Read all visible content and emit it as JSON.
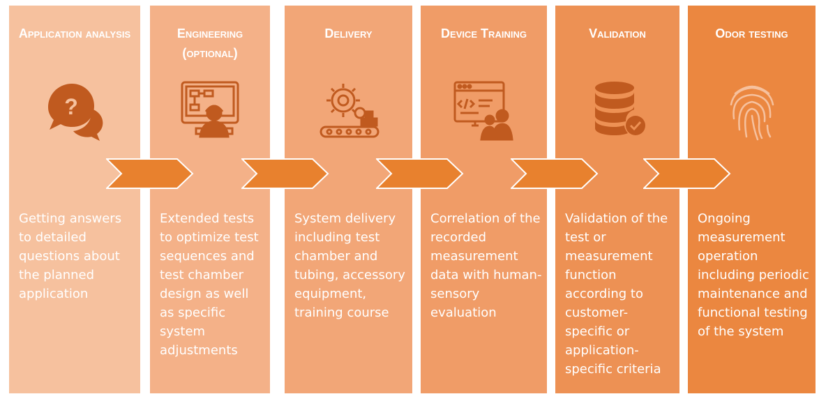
{
  "stages": [
    {
      "title": "Application analysis",
      "icon": "question-speech-bubbles-icon",
      "color": "#f6c19e",
      "description": "Getting answers to detailed questions about the planned application"
    },
    {
      "title": "Engineering (optional)",
      "icon": "engineer-flowchart-icon",
      "color": "#f4b188",
      "description": "Extended tests to optimize test sequences and test chamber design as well as specific system adjustments"
    },
    {
      "title": "Delivery",
      "icon": "gear-conveyor-icon",
      "color": "#f2a677",
      "description": "System delivery including test chamber and tubing, accessory equipment, training course"
    },
    {
      "title": "Device Training",
      "icon": "code-window-people-icon",
      "color": "#f09c67",
      "description": "Correlation of the recorded measurement data with human-sensory evaluation"
    },
    {
      "title": "Validation",
      "icon": "database-check-icon",
      "color": "#ed9154",
      "description": "Validation of the test or measurement function according to customer-specific or application-specific criteria"
    },
    {
      "title": "Odor testing",
      "icon": "fingerprint-icon",
      "color": "#eb8740",
      "description": "Ongoing measurement operation including periodic maintenance and functional testing of the system"
    }
  ],
  "colors": {
    "arrow": "#e8812e",
    "arrow_stroke": "#ffffff",
    "icon": "#c05a1f"
  }
}
